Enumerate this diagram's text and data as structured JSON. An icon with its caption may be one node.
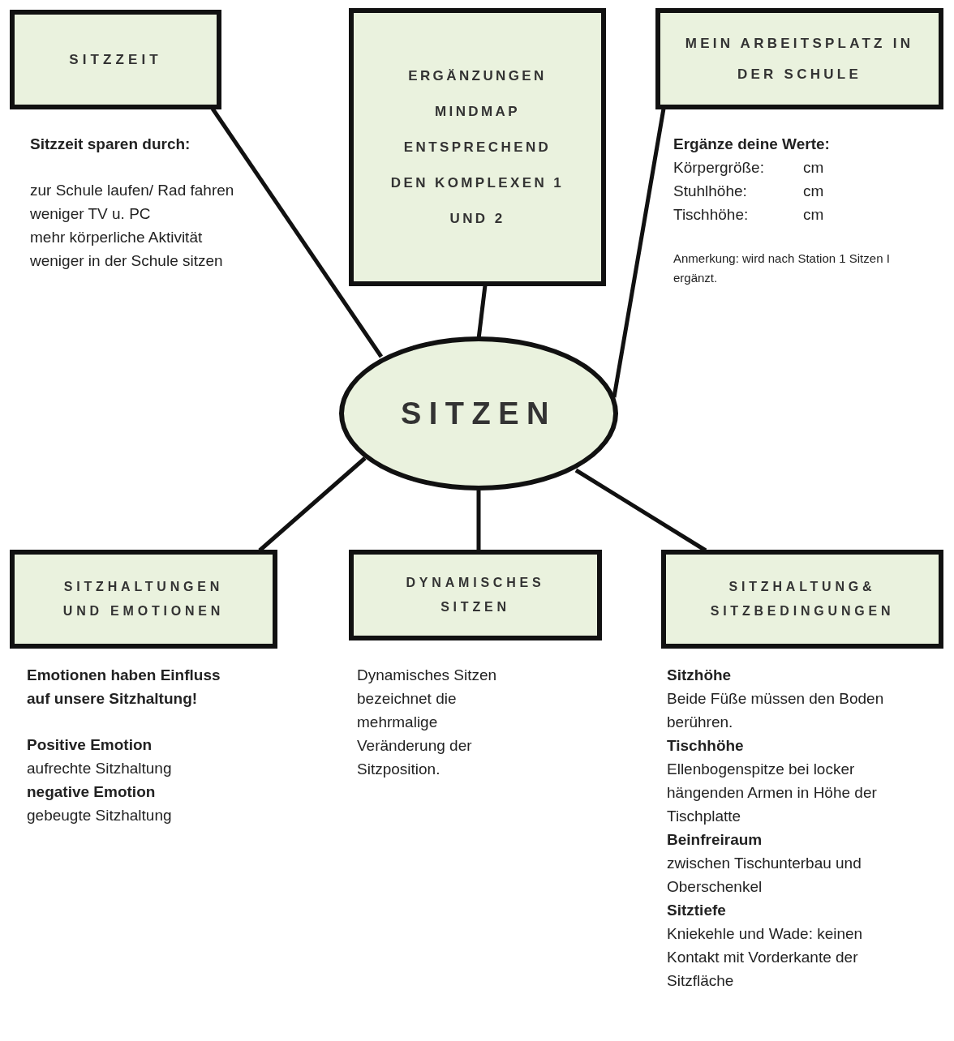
{
  "diagram": {
    "nodes": [
      {
        "text": [
          "SITZZEIT"
        ],
        "beside": [
          "**Sitzzeit sparen durch:**",
          "zur Schule laufen/ Rad fahren",
          "weniger TV u. PC",
          "mehr körperliche Aktivität",
          "weniger in der Schule sitzen"
        ]
      },
      {
        "text": [
          "ERGÄNZUNGEN MINDMAP ENTSPRECHEND DEN KOMPLEXEN 1 UND 2"
        ]
      },
      {
        "text": [
          "MEIN ARBEITSPLATZ IN DER SCHULE"
        ],
        "beside": [
          "**Ergänze deine Werte:**",
          "Körpergröße:",
          "cm",
          "Stuhlhöhe:",
          "cm",
          "Tischhöhe:",
          "cm",
          "Anmerkung: wird nach Station 1 Sitzen I ergänzt."
        ]
      },
      {
        "text": [
          "SITZEN"
        ]
      },
      {
        "text": [
          "SITZHALTUNGEN UND EMOTIONEN"
        ],
        "beside": [
          "**Emotionen haben Einfluss auf unsere Sitzhaltung!**",
          "**Positive Emotion**",
          "aufrechte Sitzhaltung",
          "**negative Emotion**",
          "gebeugte Sitzhaltung"
        ]
      },
      {
        "text": [
          "DYNAMISCHES SITZEN"
        ],
        "beside": [
          "Dynamisches Sitzen bezeichnet die mehrmalige Veränderung der Sitzposition."
        ]
      },
      {
        "text": [
          "SITZHALTUNG& SITZBEDINGUNGEN"
        ],
        "beside": [
          "**Sitzhöhe**",
          "Beide Füße müssen den Boden berühren.",
          "**Tischhöhe**",
          "Ellenbogenspitze bei locker hängenden Armen in Höhe der Tischplatte",
          "**Beinfreiraum**",
          "zwischen Tischunterbau und Oberschenkel",
          "**Sitztiefe**",
          "Kniekehle und Wade: keinen Kontakt mit Vorderkante der Sitzfläche"
        ]
      }
    ],
    "edges": [
      {
        "from": 3,
        "to": 0,
        "arrow": "none"
      },
      {
        "from": 3,
        "to": 1,
        "arrow": "none"
      },
      {
        "from": 3,
        "to": 2,
        "arrow": "none"
      },
      {
        "from": 3,
        "to": 4,
        "arrow": "none"
      },
      {
        "from": 3,
        "to": 5,
        "arrow": "none"
      },
      {
        "from": 3,
        "to": 6,
        "arrow": "none"
      }
    ]
  }
}
